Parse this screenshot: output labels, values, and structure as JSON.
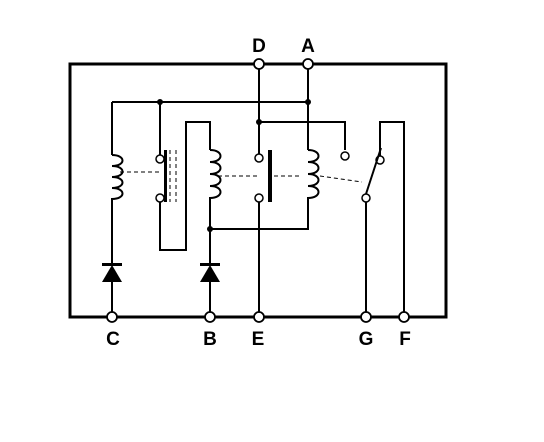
{
  "terminals": {
    "D": "D",
    "A": "A",
    "C": "C",
    "B": "B",
    "E": "E",
    "G": "G",
    "F": "F"
  },
  "colors": {
    "ink": "#000000",
    "background": "#ffffff"
  }
}
